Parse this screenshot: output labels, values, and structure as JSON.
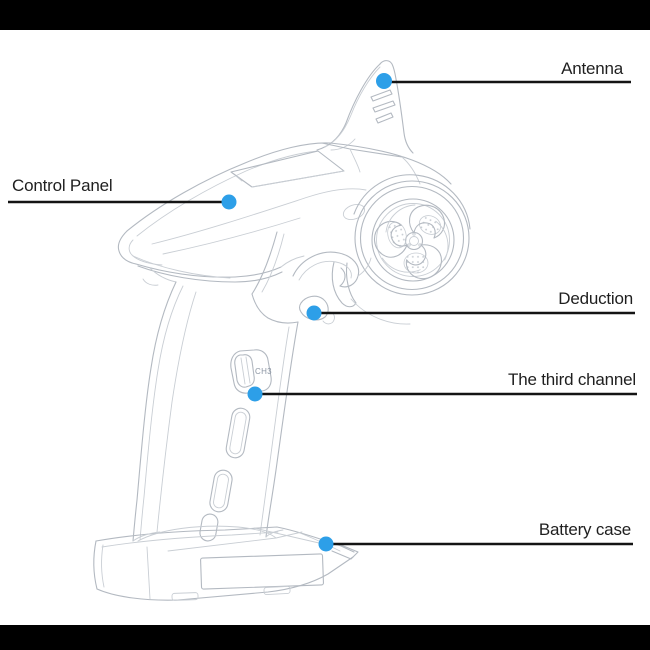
{
  "colors": {
    "background": "#ffffff",
    "letterbox_bar": "#000000",
    "marker_dot": "#2d9fe8",
    "leader_line": "#141414",
    "label_text": "#1f1f1f",
    "sketch_line": "#b3b9c1",
    "sketch_line_light": "#c9ced4"
  },
  "diagram": {
    "ch3_label": "CH3",
    "labels": {
      "antenna": "Antenna",
      "control_panel": "Control Panel",
      "deduction": "Deduction",
      "third_channel": "The third channel",
      "battery_case": "Battery case"
    }
  }
}
